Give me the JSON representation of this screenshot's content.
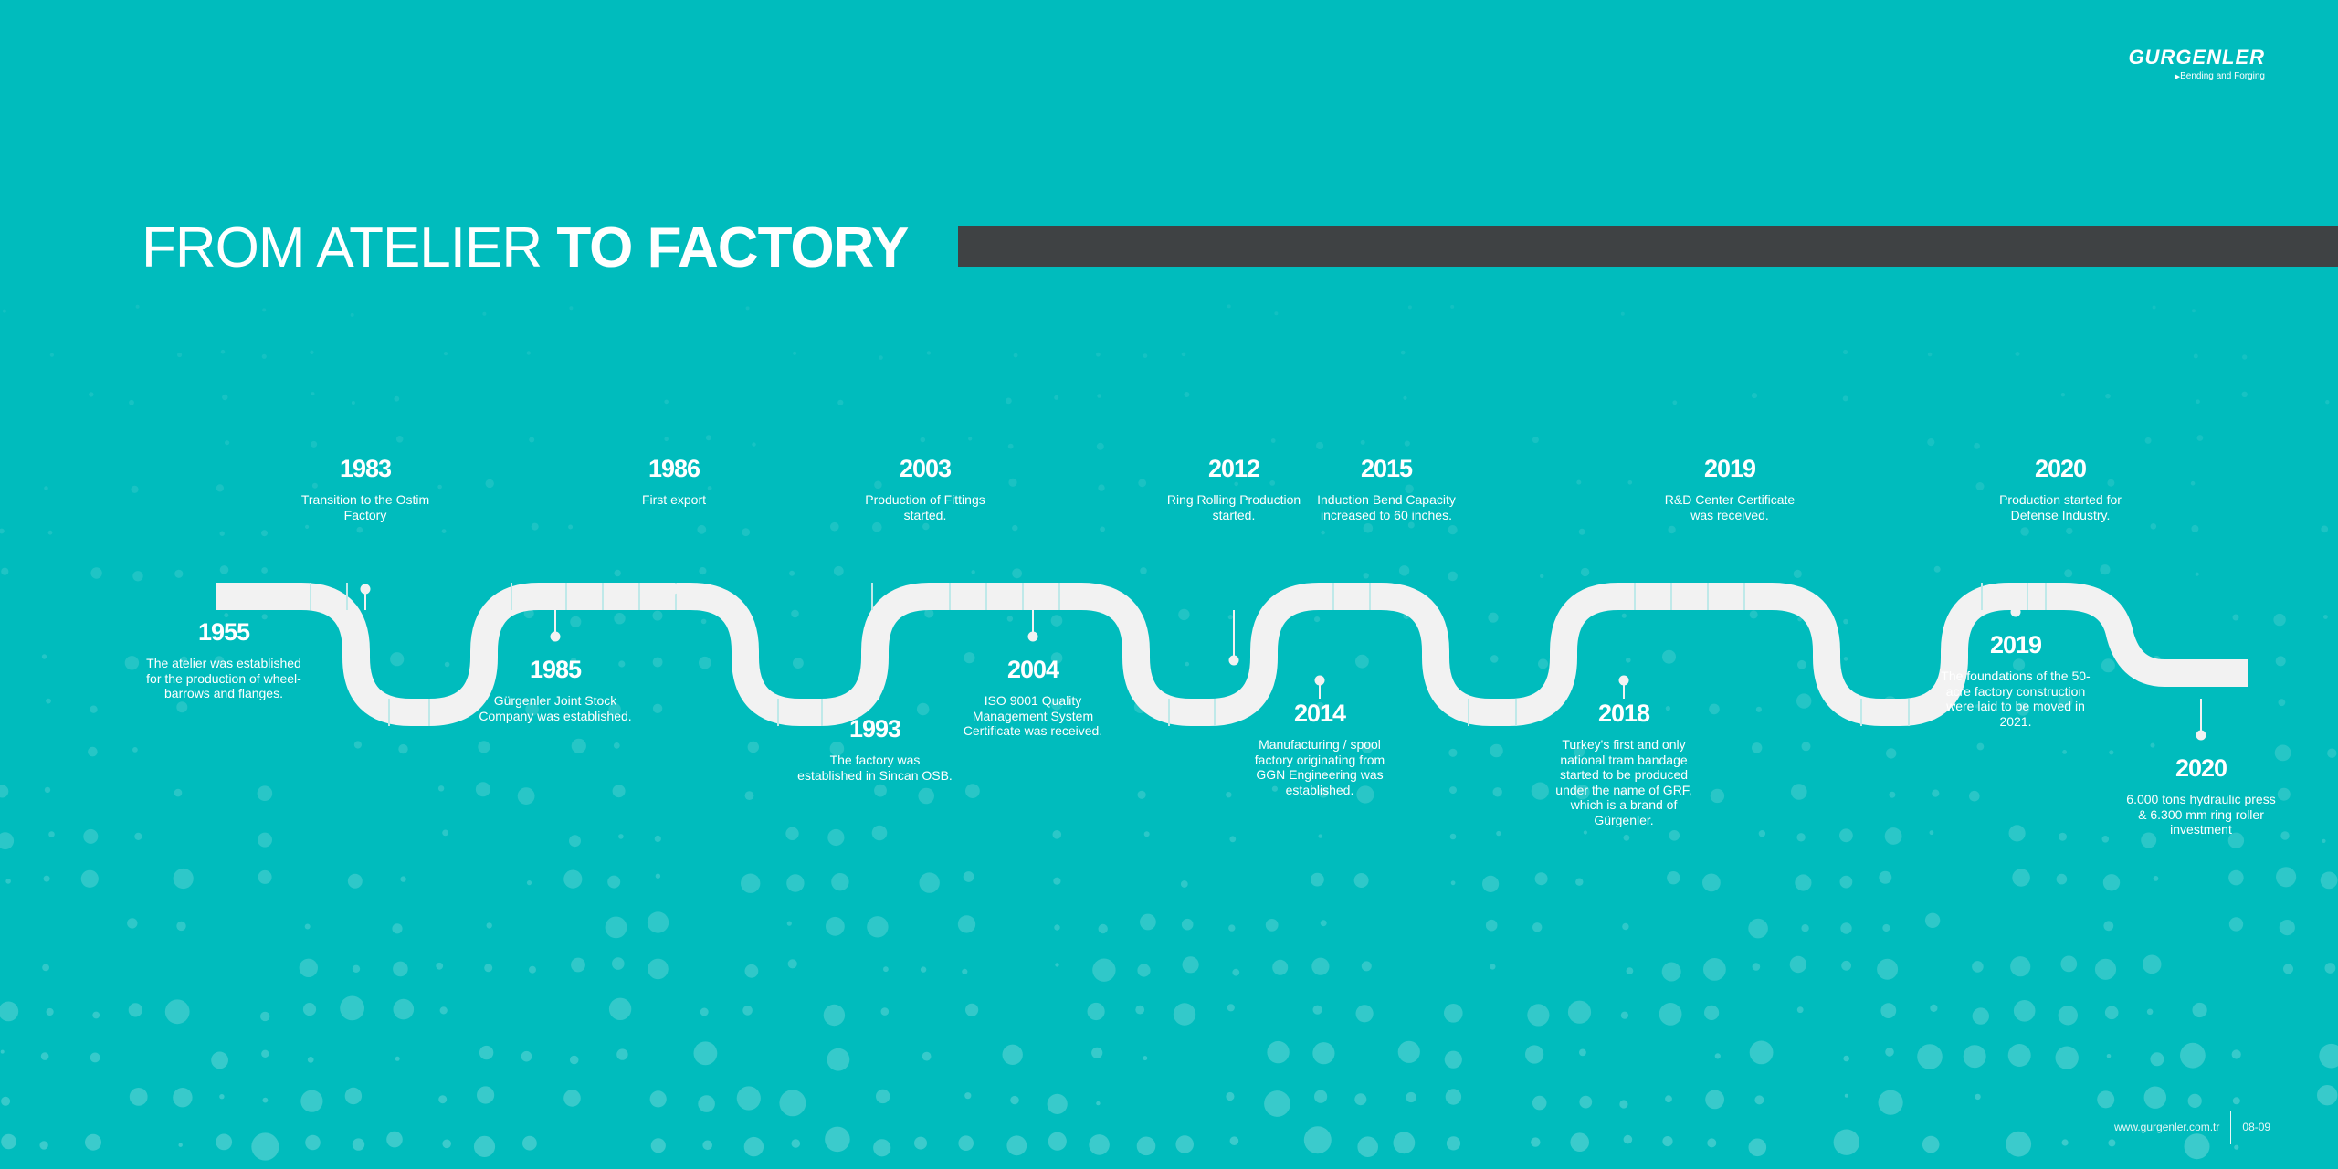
{
  "brand": {
    "logo": "GURGENLER",
    "tagline": "Bending and Forging"
  },
  "title": {
    "light": "FROM ATELIER",
    "bold": "TO FACTORY"
  },
  "colors": {
    "background": "#00bcbd",
    "bar": "#3f4244",
    "pipe": "#f2f2f2"
  },
  "milestones": [
    {
      "year": "1955",
      "text": "The atelier was established for the production of wheel-barrows and flanges."
    },
    {
      "year": "1983",
      "text": "Transition to the Ostim Factory"
    },
    {
      "year": "1985",
      "text": "Gürgenler Joint Stock Company was established."
    },
    {
      "year": "1986",
      "text": "First export"
    },
    {
      "year": "1993",
      "text": "The factory was established in Sincan OSB."
    },
    {
      "year": "2003",
      "text": "Production of Fittings started."
    },
    {
      "year": "2004",
      "text": "ISO 9001 Quality Management System Certificate was received."
    },
    {
      "year": "2012",
      "text": "Ring Rolling Production started."
    },
    {
      "year": "2014",
      "text": "Manufacturing / spool factory originating from GGN Engineering was established."
    },
    {
      "year": "2015",
      "text": "Induction Bend Capacity increased to 60 inches."
    },
    {
      "year": "2018",
      "text": "Turkey's first and only national tram bandage started to be produced under the name of GRF, which is a brand of Gürgenler."
    },
    {
      "year": "2019",
      "text": "R&D Center Certificate was received."
    },
    {
      "year": "2019",
      "text": "The foundations of the 50-acre factory construction were laid to be moved in 2021."
    },
    {
      "year": "2020",
      "text": "Production started for Defense Industry."
    },
    {
      "year": "2020",
      "text": "6.000 tons hydraulic press & 6.300 mm ring roller investment"
    }
  ],
  "footer": {
    "url": "www.gurgenler.com.tr",
    "pages": "08-09"
  }
}
